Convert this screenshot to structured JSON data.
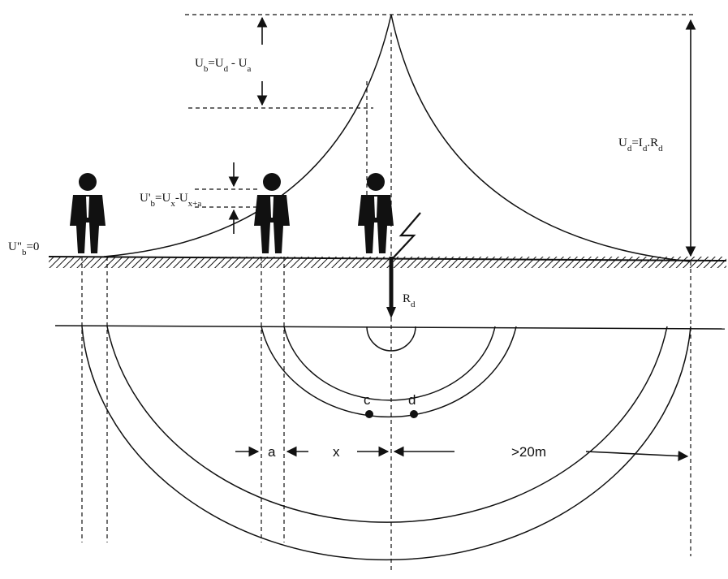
{
  "labels": {
    "ub": "U<sub>b</sub>=U<sub>d</sub> - U<sub>a</sub>",
    "ub_prime": "U'<sub>b</sub>=U<sub>x</sub>-U<sub>x+a</sub>",
    "ub_double_prime": "U\"<sub>b</sub>=0",
    "ud": "U<sub>d</sub>=I<sub>d</sub>.R<sub>d</sub>",
    "rd": "R<sub>d</sub>",
    "point_c": "c",
    "point_d": "d",
    "dim_a": "a",
    "dim_x": "x",
    "dim_far": ">20m"
  }
}
